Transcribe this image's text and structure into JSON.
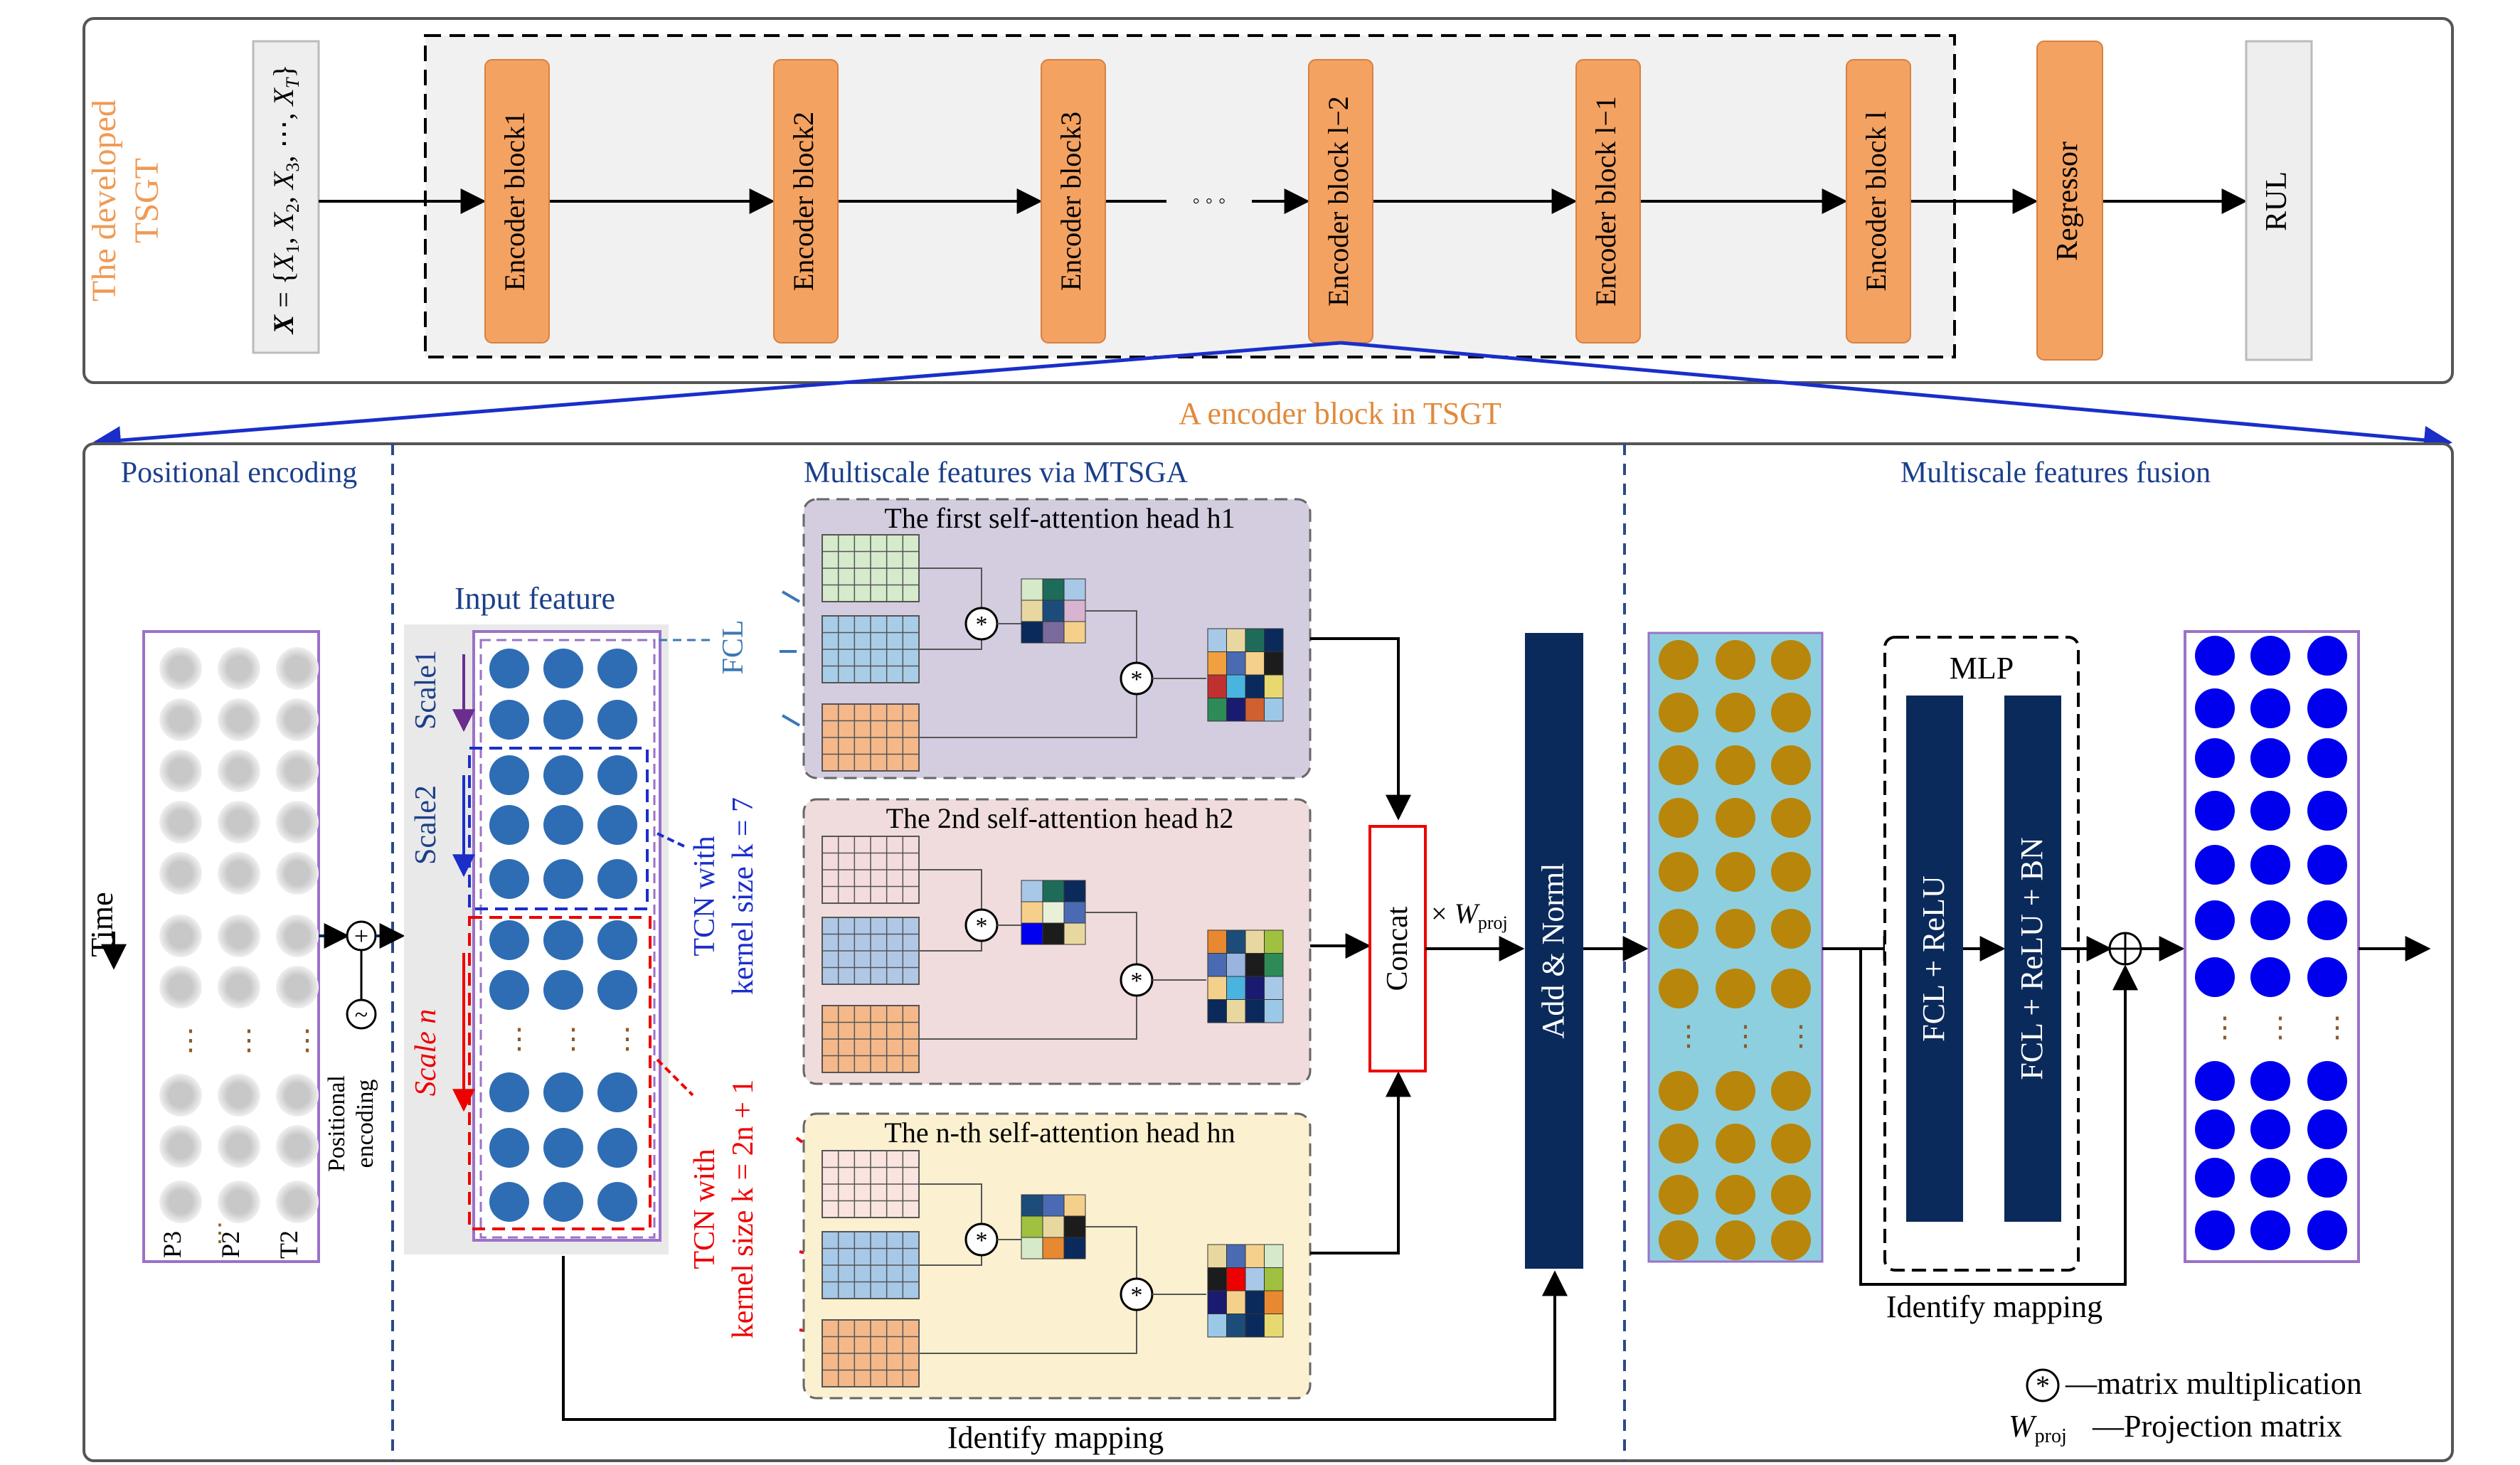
{
  "top": {
    "side_title_line1": "The developed",
    "side_title_line2": "TSGT",
    "input_label": "X = {X1, X2, X3, ⋯, XT}",
    "input_bold": "X",
    "input_rest": " = {X",
    "encoders": [
      "Encoder block1",
      "Encoder block2",
      "Encoder block3",
      "Encoder block l−2",
      "Encoder block l−1",
      "Encoder block l"
    ],
    "dots": "◦ ◦ ◦",
    "regressor": "Regressor",
    "output": "RUL",
    "block_caption": "A encoder block in TSGT"
  },
  "sections": {
    "positional": "Positional encoding",
    "multiscale": "Multiscale features via MTSGA",
    "fusion": "Multiscale features fusion"
  },
  "positional": {
    "time_label": "Time",
    "col_labels": [
      "P3",
      "P2",
      "T2"
    ],
    "encoding_label_line1": "Positional",
    "encoding_label_line2": "encoding",
    "plus_symbol": "+",
    "tilde_symbol": "~"
  },
  "multiscale": {
    "input_feature": "Input feature",
    "scale1": "Scale1",
    "scale2": "Scale2",
    "scale_n": "Scale n",
    "fcl": "FCL",
    "tcn7_line1": "TCN with",
    "tcn7_line2": "kernel size k = 7",
    "tcnn_line1": "TCN with",
    "tcnn_line2": "kernel size k = 2n + 1",
    "head1": "The first self-attention head h1",
    "head2": "The 2nd self-attention head h2",
    "headn": "The n-th self-attention head hn",
    "star": "*",
    "concat": "Concat",
    "wproj": "× Wproj",
    "addnorm": "Add & Norml",
    "identify_mapping": "Identify mapping"
  },
  "fusion": {
    "mlp": "MLP",
    "fcl_relu": "FCL + ReLU",
    "fcl_relu_bn": "FCL + ReLU + BN",
    "identify_mapping": "Identify mapping"
  },
  "legend": {
    "star_desc": "—matrix multiplication",
    "wproj_symbol": "Wproj",
    "wproj_desc": "—Projection matrix"
  },
  "colors": {
    "orange": "#F4A261",
    "dark_navy": "#0B2A5C",
    "blue_dot": "#2E6DB4",
    "bright_blue": "#0000EE",
    "gold": "#B8860B",
    "purple_bg": "#D4CDE0",
    "pink_bg": "#F0DCDC",
    "yellow_bg": "#FBF0D0",
    "cyan_bg": "#8ECFDF"
  }
}
